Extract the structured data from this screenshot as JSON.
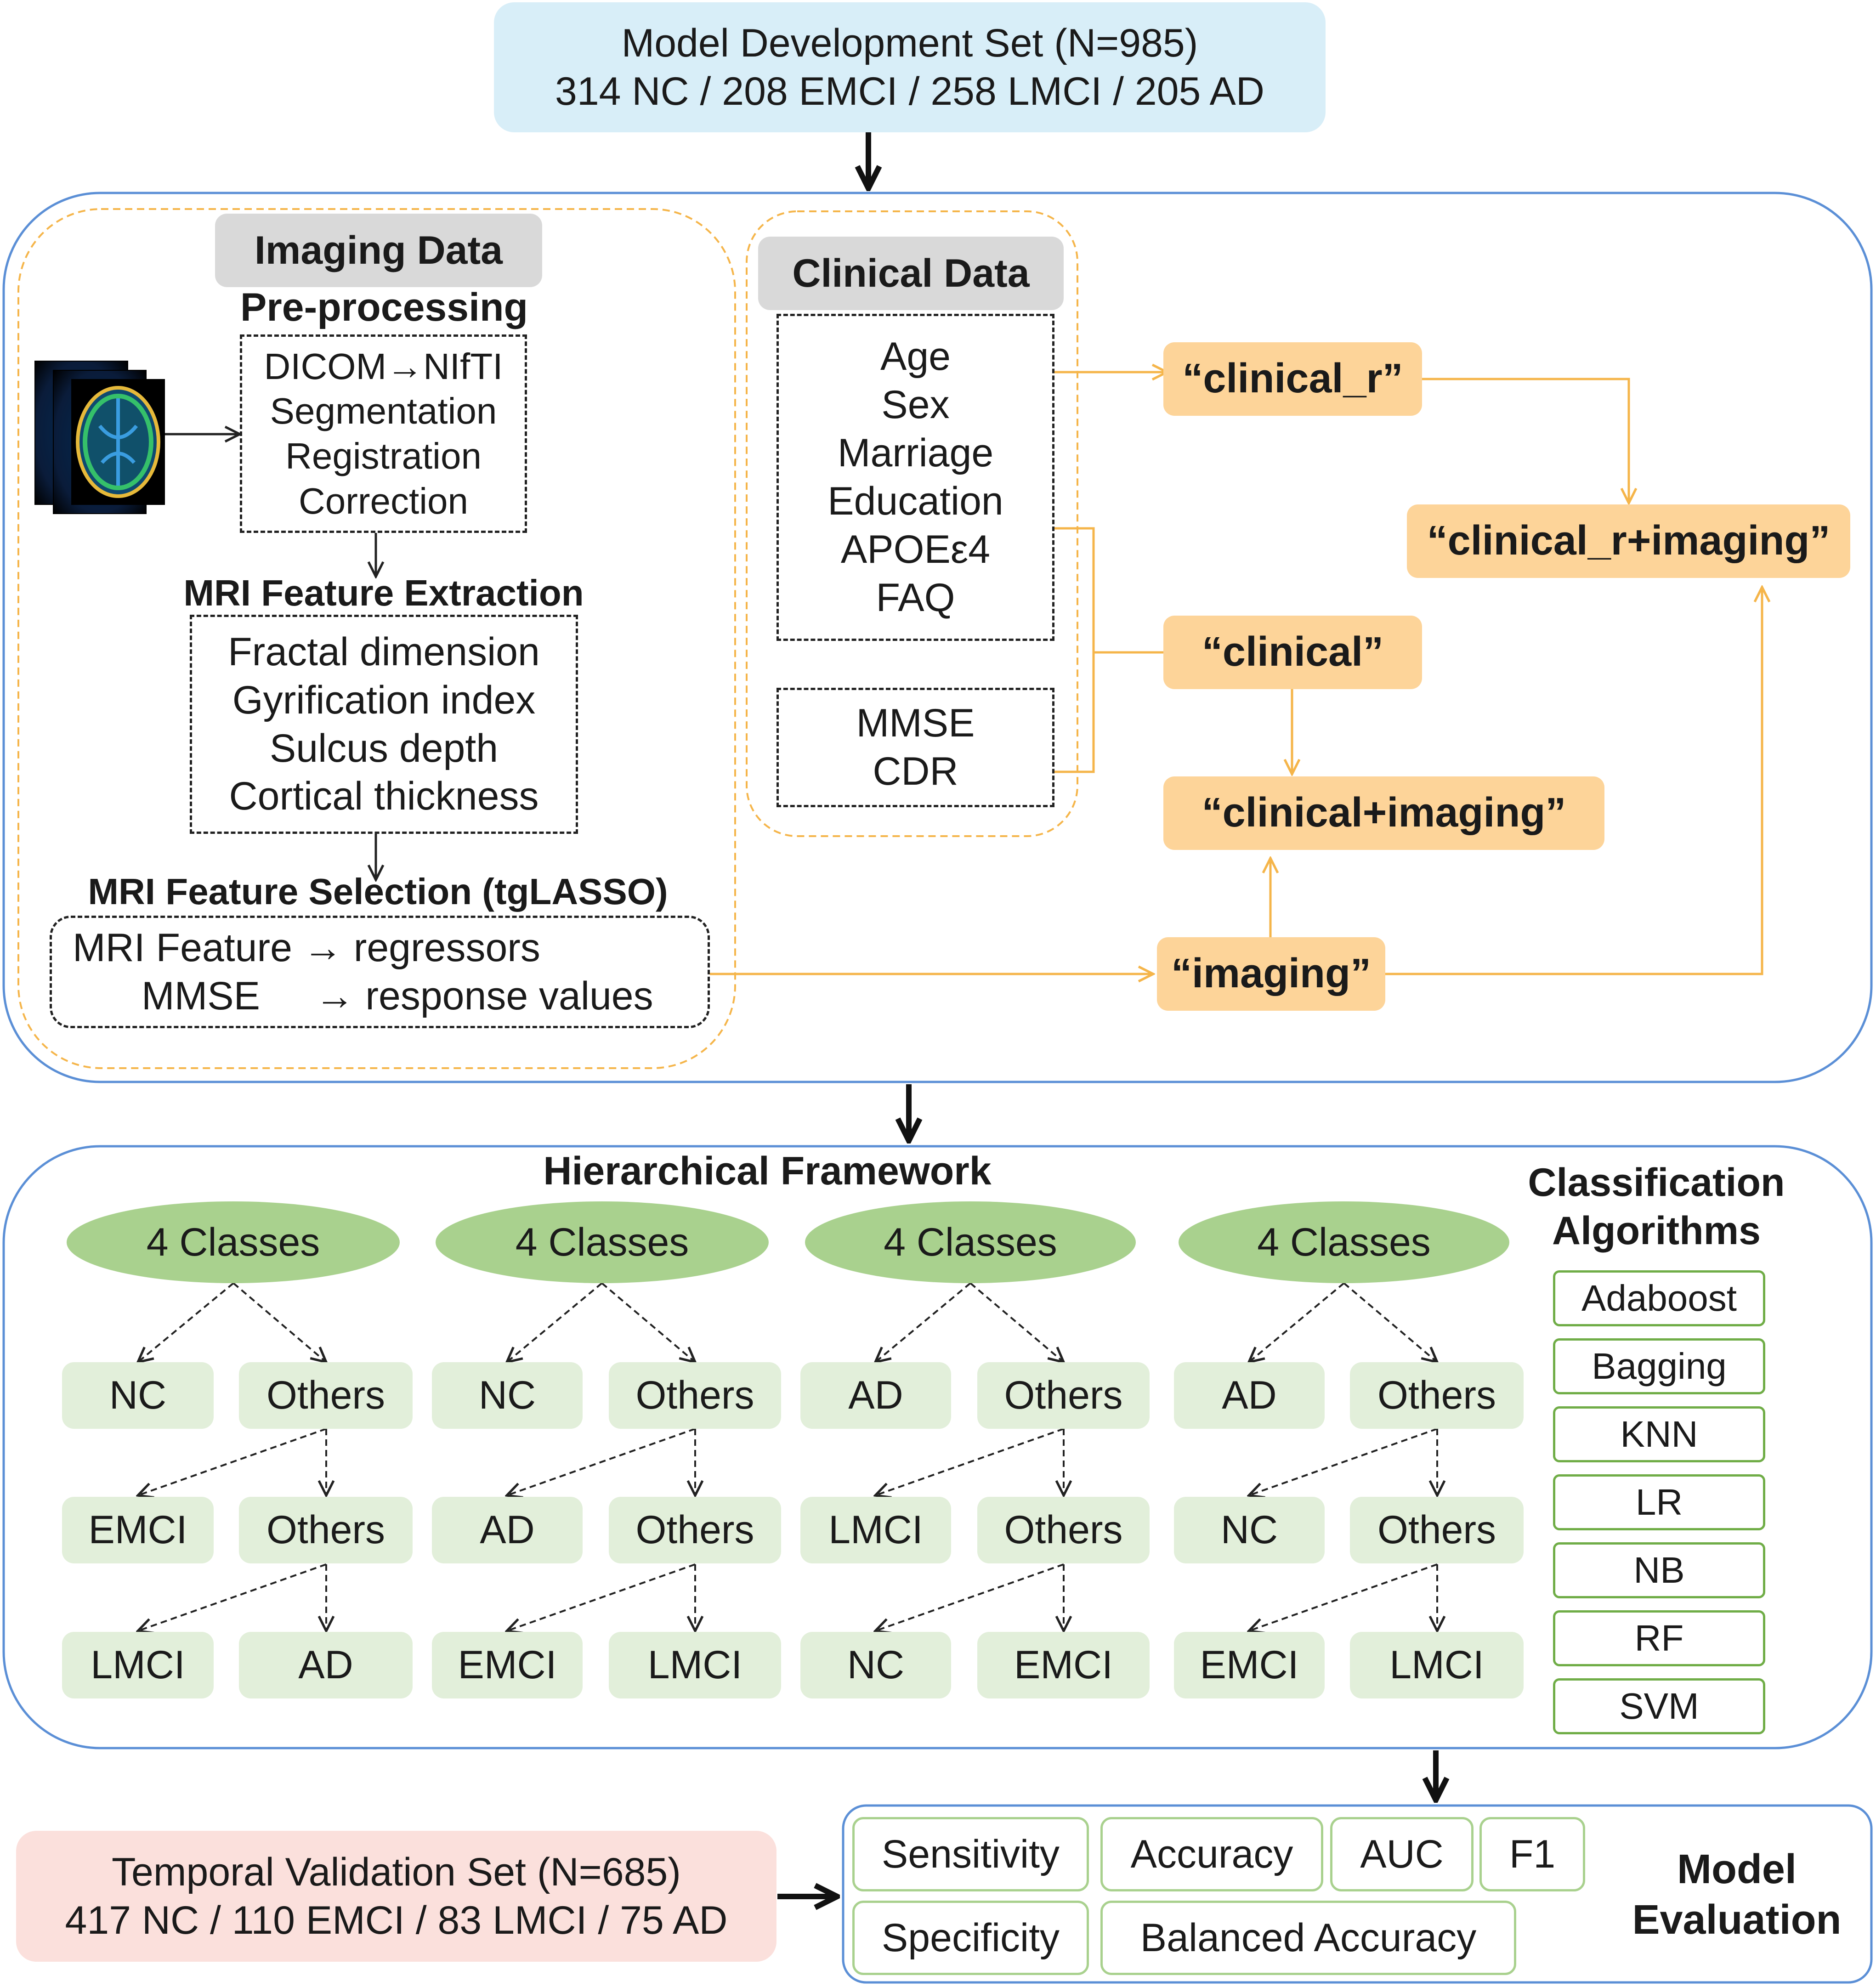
{
  "development_set": {
    "line1": "Model Development Set (N=985)",
    "line2": "314 NC / 208 EMCI / 258 LMCI / 205 AD"
  },
  "imaging": {
    "header": "Imaging Data",
    "preprocessing_title": "Pre-processing",
    "preprocessing_steps": [
      "DICOM→NIfTI",
      "Segmentation",
      "Registration",
      "Correction"
    ],
    "extraction_title": "MRI Feature Extraction",
    "features": [
      "Fractal dimension",
      "Gyrification index",
      "Sulcus depth",
      "Cortical thickness"
    ],
    "selection_title": "MRI Feature Selection (tgLASSO)",
    "selection_line1": "MRI Feature → regressors",
    "selection_line2": "MMSE     → response values"
  },
  "clinical": {
    "header": "Clinical Data",
    "variables": [
      "Age",
      "Sex",
      "Marriage",
      "Education",
      "APOEε4",
      "FAQ"
    ],
    "scores": [
      "MMSE",
      "CDR"
    ]
  },
  "feature_sets": {
    "clinical_r": "“clinical_r”",
    "clinical_r_imaging": "“clinical_r+imaging”",
    "clinical": "“clinical”",
    "clinical_imaging": "“clinical+imaging”",
    "imaging": "“imaging”"
  },
  "hierarchical": {
    "title": "Hierarchical Framework",
    "trees": [
      {
        "root": "4 Classes",
        "l1": [
          "NC",
          "Others"
        ],
        "l2": [
          "EMCI",
          "Others"
        ],
        "l3": [
          "LMCI",
          "AD"
        ]
      },
      {
        "root": "4 Classes",
        "l1": [
          "NC",
          "Others"
        ],
        "l2": [
          "AD",
          "Others"
        ],
        "l3": [
          "EMCI",
          "LMCI"
        ]
      },
      {
        "root": "4 Classes",
        "l1": [
          "AD",
          "Others"
        ],
        "l2": [
          "LMCI",
          "Others"
        ],
        "l3": [
          "NC",
          "EMCI"
        ]
      },
      {
        "root": "4 Classes",
        "l1": [
          "AD",
          "Others"
        ],
        "l2": [
          "NC",
          "Others"
        ],
        "l3": [
          "EMCI",
          "LMCI"
        ]
      }
    ]
  },
  "classification": {
    "title_line1": "Classification",
    "title_line2": "Algorithms",
    "algorithms": [
      "Adaboost",
      "Bagging",
      "KNN",
      "LR",
      "NB",
      "RF",
      "SVM"
    ]
  },
  "validation_set": {
    "line1": "Temporal Validation Set (N=685)",
    "line2": "417 NC / 110 EMCI / 83 LMCI / 75 AD"
  },
  "evaluation": {
    "metrics_row1": [
      "Sensitivity",
      "Accuracy",
      "AUC",
      "F1"
    ],
    "metrics_row2": [
      "Specificity",
      "Balanced Accuracy"
    ],
    "title_line1": "Model",
    "title_line2": "Evaluation"
  },
  "colors": {
    "blue_box": "#d8eef8",
    "pink_box": "#fbe0dc",
    "orange_box": "#fdd499",
    "orange_line": "#f5b54a",
    "panel_border": "#5b8fd6",
    "ellipse_green": "#a9d18e",
    "node_green": "#e2efda",
    "algo_border": "#70ad47"
  }
}
